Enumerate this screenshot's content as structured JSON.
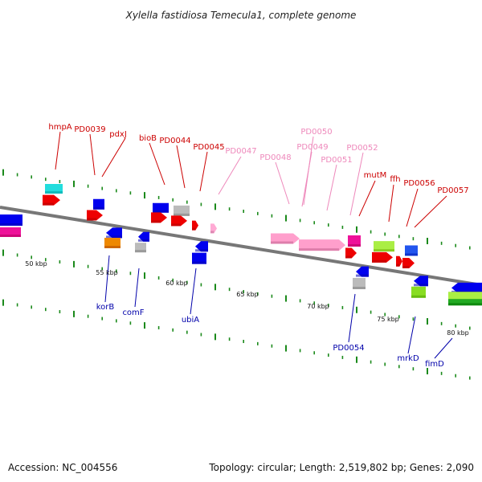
{
  "title": "Xylella fastidiosa Temecula1, complete genome",
  "footer": {
    "accession": "Accession: NC_004556",
    "topology": "Topology: circular; Length: 2,519,802 bp; Genes: 2,090"
  },
  "colors": {
    "backbone": "#777777",
    "ticks": "#1b8a1b",
    "label_forward": "#cc0000",
    "label_forward_light": "#ee88bb",
    "label_reverse": "#0000aa"
  },
  "ruler_labels": [
    "50 kbp",
    "55 kbp",
    "60 kbp",
    "65 kbp",
    "70 kbp",
    "75 kbp",
    "80 kbp"
  ],
  "gene_labels": {
    "hmpA": "hmpA",
    "PD0039": "PD0039",
    "pdxJ": "pdxJ",
    "bioB": "bioB",
    "PD0044": "PD0044",
    "PD0045": "PD0045",
    "PD0047": "PD0047",
    "PD0048": "PD0048",
    "PD0049": "PD0049",
    "PD0050": "PD0050",
    "PD0051": "PD0051",
    "PD0052": "PD0052",
    "mutM": "mutM",
    "ffh": "ffh",
    "PD0056": "PD0056",
    "PD0057": "PD0057",
    "korB": "korB",
    "comF": "comF",
    "ubiA": "ubiA",
    "PD0054": "PD0054",
    "mrkD": "mrkD",
    "fimD": "fimD"
  }
}
